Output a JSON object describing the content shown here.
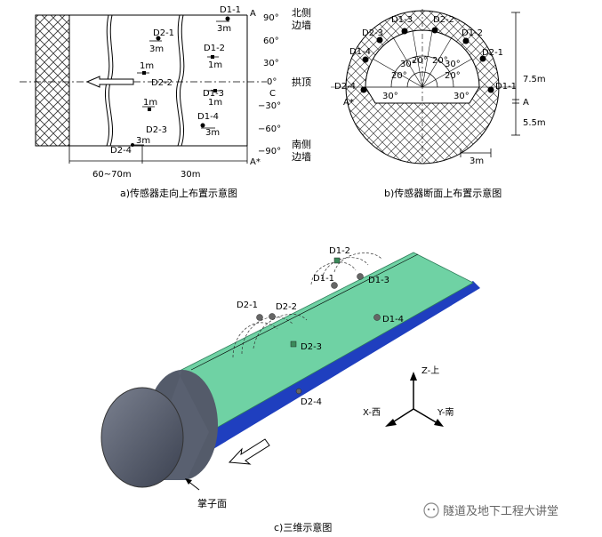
{
  "panel_a": {
    "caption": "a)传感器走向上布置示意图",
    "sensors": {
      "d1_1": "D1-1",
      "d1_2": "D1-2",
      "d1_3": "D1-3",
      "d1_4": "D1-4",
      "d2_1": "D2-1",
      "d2_2": "D2-2",
      "d2_3": "D2-3",
      "d2_4": "D2-4"
    },
    "spacings": {
      "d1_1": "3m",
      "d1_2": "1m",
      "d1_3": "1m",
      "d1_4": "3m",
      "d2_1": "3m",
      "d2_2": "1m",
      "d2_3": "1m",
      "d2_4": "3m"
    },
    "angles": [
      "90°",
      "60°",
      "30°",
      "0°",
      "−30°",
      "−60°",
      "−90°"
    ],
    "side_labels": {
      "north": "北侧\n边墙",
      "north_l1": "北侧",
      "north_l2": "边墙",
      "vault": "拱顶",
      "south_l1": "南侧",
      "south_l2": "边墙"
    },
    "point_labels": {
      "a": "A",
      "c": "C",
      "a_star": "A*"
    },
    "dimensions": {
      "left": "60~70m",
      "right": "30m"
    }
  },
  "panel_b": {
    "caption": "b)传感器断面上布置示意图",
    "sensors": {
      "d1_1": "D1-1",
      "d1_2": "D1-2",
      "d1_3": "D1-3",
      "d1_4": "D1-4",
      "d2_1": "D2-1",
      "d2_2": "D2-2",
      "d2_3": "D2-3",
      "d2_4": "D2-4"
    },
    "angles": {
      "top_left": "20°",
      "top_right": "20°",
      "mid_left": "30°",
      "mid_right": "30°",
      "low_left": "20°",
      "low_right": "20°",
      "bot_left": "30°",
      "bot_right": "30°"
    },
    "dimensions": {
      "upper": "7.5m",
      "lower": "5.5m",
      "width": "3m"
    },
    "point_labels": {
      "a": "A",
      "a_star": "A*"
    }
  },
  "panel_c": {
    "caption": "c)三维示意图",
    "sensors": {
      "d1_1": "D1-1",
      "d1_2": "D1-2",
      "d1_3": "D1-3",
      "d1_4": "D1-4",
      "d2_1": "D2-1",
      "d2_2": "D2-2",
      "d2_3": "D2-3",
      "d2_4": "D2-4"
    },
    "face_label": "掌子面",
    "axes": {
      "z": "Z-上",
      "x": "X-西",
      "y": "Y-南"
    }
  },
  "watermark": "隧道及地下工程大讲堂"
}
